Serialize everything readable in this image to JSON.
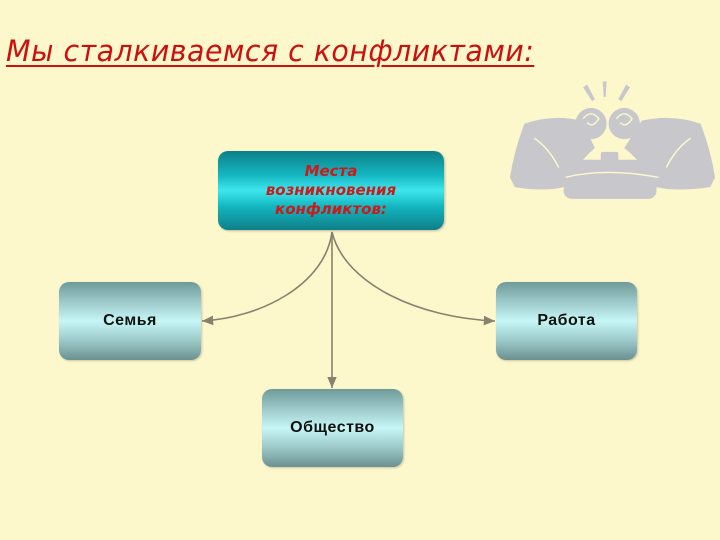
{
  "slide": {
    "title": "Мы сталкиваемся с конфликтами:",
    "background_color": "#fcf8cc",
    "title_color": "#cc1010"
  },
  "clipart": {
    "icon": "two-rams-butting-heads-over-pot-icon",
    "color": "#c8c8cc"
  },
  "diagram": {
    "center_node": {
      "line1": "Места",
      "line2": "возникновения",
      "line3": "конфликтов:",
      "text_color": "#cc1a1a",
      "fill_color": "#13b6c0"
    },
    "nodes": [
      {
        "label": "Семья"
      },
      {
        "label": "Работа"
      },
      {
        "label": "Общество"
      }
    ],
    "connector_color": "#8a8070"
  }
}
